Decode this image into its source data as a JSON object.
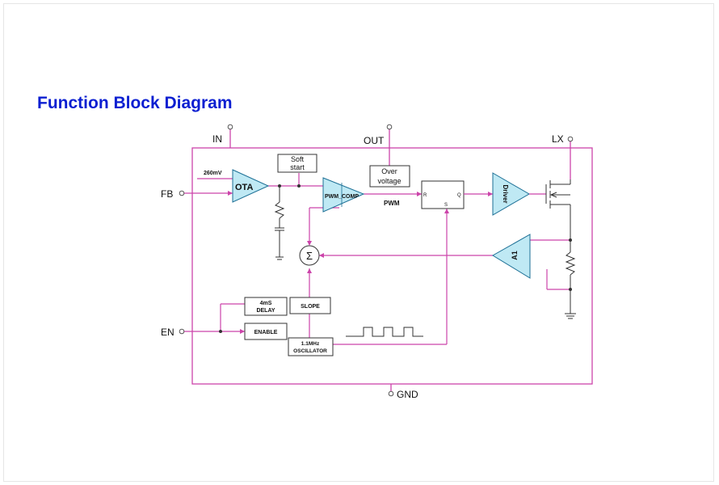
{
  "title": "Function Block Diagram",
  "colors": {
    "bus": "#cc44aa",
    "block_fill": "#bfe9f4",
    "block_stroke": "#1c6f95",
    "title": "#0b1fd1"
  },
  "pins": {
    "in": "IN",
    "out": "OUT",
    "lx": "LX",
    "fb": "FB",
    "en": "EN",
    "gnd": "GND"
  },
  "blocks": {
    "ref": "260mV",
    "ota": "OTA",
    "soft_start": [
      "Soft",
      "start"
    ],
    "pwm_comp": "PWM_COMP",
    "over_voltage": [
      "Over",
      "voltage"
    ],
    "pwm": "PWM",
    "latch_r": "R",
    "latch_s": "S",
    "latch_q": "Q",
    "driver": "Driver",
    "a1": "A1",
    "sum": "Σ",
    "delay": [
      "4mS",
      "DELAY"
    ],
    "enable": "ENABLE",
    "slope": "SLOPE",
    "oscillator": [
      "1.1MHz",
      "OSCILLATOR"
    ]
  }
}
